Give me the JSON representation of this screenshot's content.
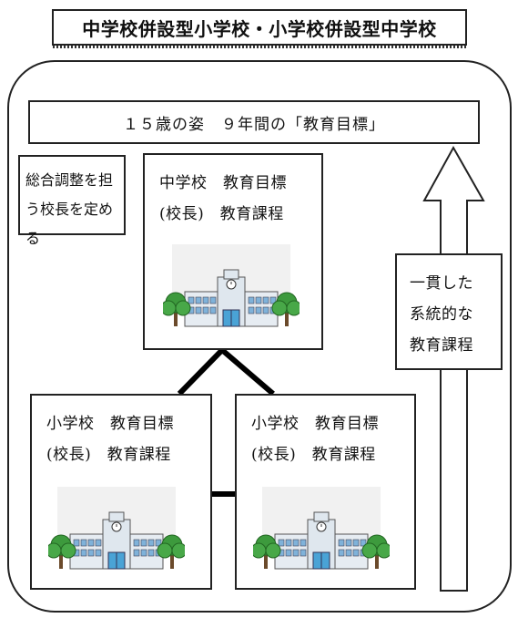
{
  "title": "中学校併設型小学校・小学校併設型中学校",
  "goal": "１５歳の姿　９年間の「教育目標」",
  "coordination": [
    "総合調整を担",
    "う校長を定める"
  ],
  "junior_high": {
    "line1": "中学校　教育目標",
    "line2": "(校長)　教育課程"
  },
  "elementary_1": {
    "line1": "小学校　教育目標",
    "line2": "(校長)　教育課程"
  },
  "elementary_2": {
    "line1": "小学校　教育目標",
    "line2": "(校長)　教育課程"
  },
  "consistent": [
    "一貫した",
    "系統的な",
    "教育課程"
  ],
  "icons": {
    "school": "school-building-icon"
  }
}
